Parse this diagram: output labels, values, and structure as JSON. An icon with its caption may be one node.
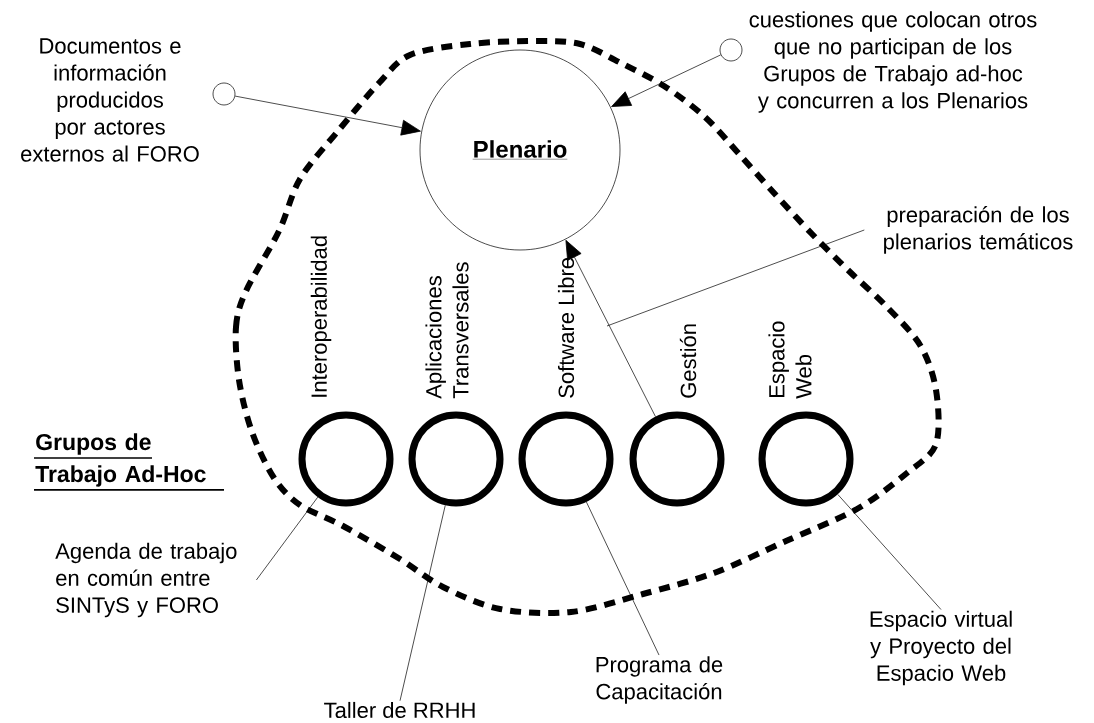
{
  "diagram": {
    "nodes": [
      {
        "text": [
          "Grupos de Trabajo Ad-Hoc"
        ]
      },
      {
        "text": [
          "Plenario"
        ],
        "in": 0
      },
      {
        "text": [],
        "shape": "circle",
        "beside": [
          "Documentos e información producidos por actores externos al FORO"
        ]
      },
      {
        "text": [],
        "shape": "circle",
        "beside": [
          "cuestiones que colocan otros que no participan de los Grupos de Trabajo ad-hoc y concurren a los Plenarios"
        ]
      },
      {
        "text": [
          "preparación de los plenarios temáticos"
        ]
      },
      {
        "text": [],
        "shape": "circle",
        "in": 0,
        "beside": [
          "Interoperabilidad"
        ]
      },
      {
        "text": [],
        "shape": "circle",
        "in": 0,
        "beside": [
          "Aplicaciones Transversales"
        ]
      },
      {
        "text": [],
        "shape": "circle",
        "in": 0,
        "beside": [
          "Software Libre"
        ]
      },
      {
        "text": [],
        "shape": "circle",
        "in": 0,
        "beside": [
          "Gestión"
        ]
      },
      {
        "text": [],
        "shape": "circle",
        "in": 0,
        "beside": [
          "Espacio Web"
        ]
      },
      {
        "text": [
          "Agenda de trabajo en común entre SINTyS y FORO"
        ]
      },
      {
        "text": [
          "Taller de RRHH"
        ]
      },
      {
        "text": [
          "Programa de Capacitación"
        ]
      },
      {
        "text": [
          "Espacio virtual y Proyecto del Espacio Web"
        ]
      }
    ],
    "edges": [
      {
        "from": 2,
        "to": 1,
        "arrow": "to"
      },
      {
        "from": 3,
        "to": 1,
        "arrow": "to"
      },
      {
        "from": 8,
        "to": 1,
        "arrow": "to"
      },
      {
        "from": 4,
        "to": null,
        "arrow": "none"
      },
      {
        "from": 10,
        "to": 5,
        "arrow": "none"
      },
      {
        "from": 11,
        "to": 6,
        "arrow": "none"
      },
      {
        "from": 12,
        "to": 7,
        "arrow": "none"
      },
      {
        "from": 13,
        "to": 9,
        "arrow": "none"
      }
    ]
  }
}
